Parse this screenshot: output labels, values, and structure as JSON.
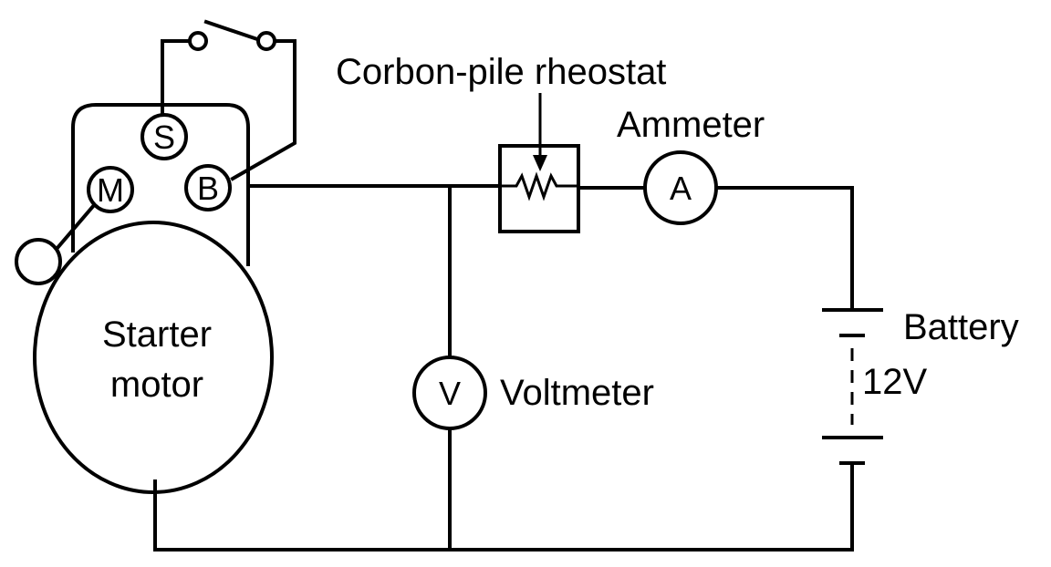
{
  "labels": {
    "rheostat": "Corbon-pile rheostat",
    "ammeter": "Ammeter",
    "battery": "Battery",
    "battery_voltage": "12V",
    "voltmeter": "Voltmeter",
    "motor_line1": "Starter",
    "motor_line2": "motor"
  },
  "terminals": {
    "s": "S",
    "m": "M",
    "b": "B",
    "ammeter": "A",
    "voltmeter": "V"
  }
}
